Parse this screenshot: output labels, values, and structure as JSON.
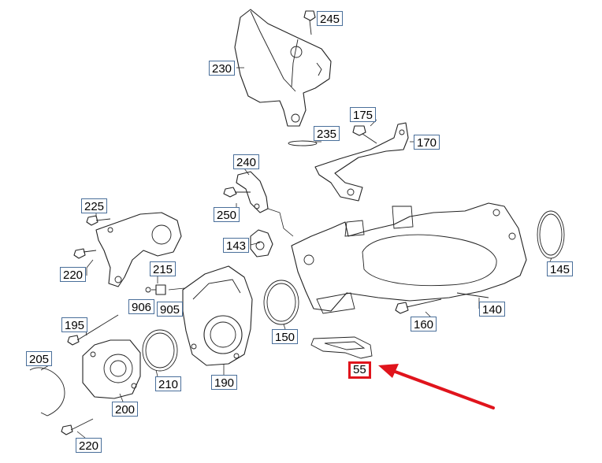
{
  "labels": {
    "p245": "245",
    "p230": "230",
    "p175": "175",
    "p235": "235",
    "p170": "170",
    "p240": "240",
    "p225": "225",
    "p250": "250",
    "p143": "143",
    "p220a": "220",
    "p215": "215",
    "p145": "145",
    "p906": "906",
    "p905": "905",
    "p140": "140",
    "p195": "195",
    "p160": "160",
    "p150": "150",
    "p205": "205",
    "p210": "210",
    "p190": "190",
    "p55": "55",
    "p200": "200",
    "p220b": "220"
  },
  "highlight": {
    "label": "p55",
    "color": "#e0141c"
  }
}
